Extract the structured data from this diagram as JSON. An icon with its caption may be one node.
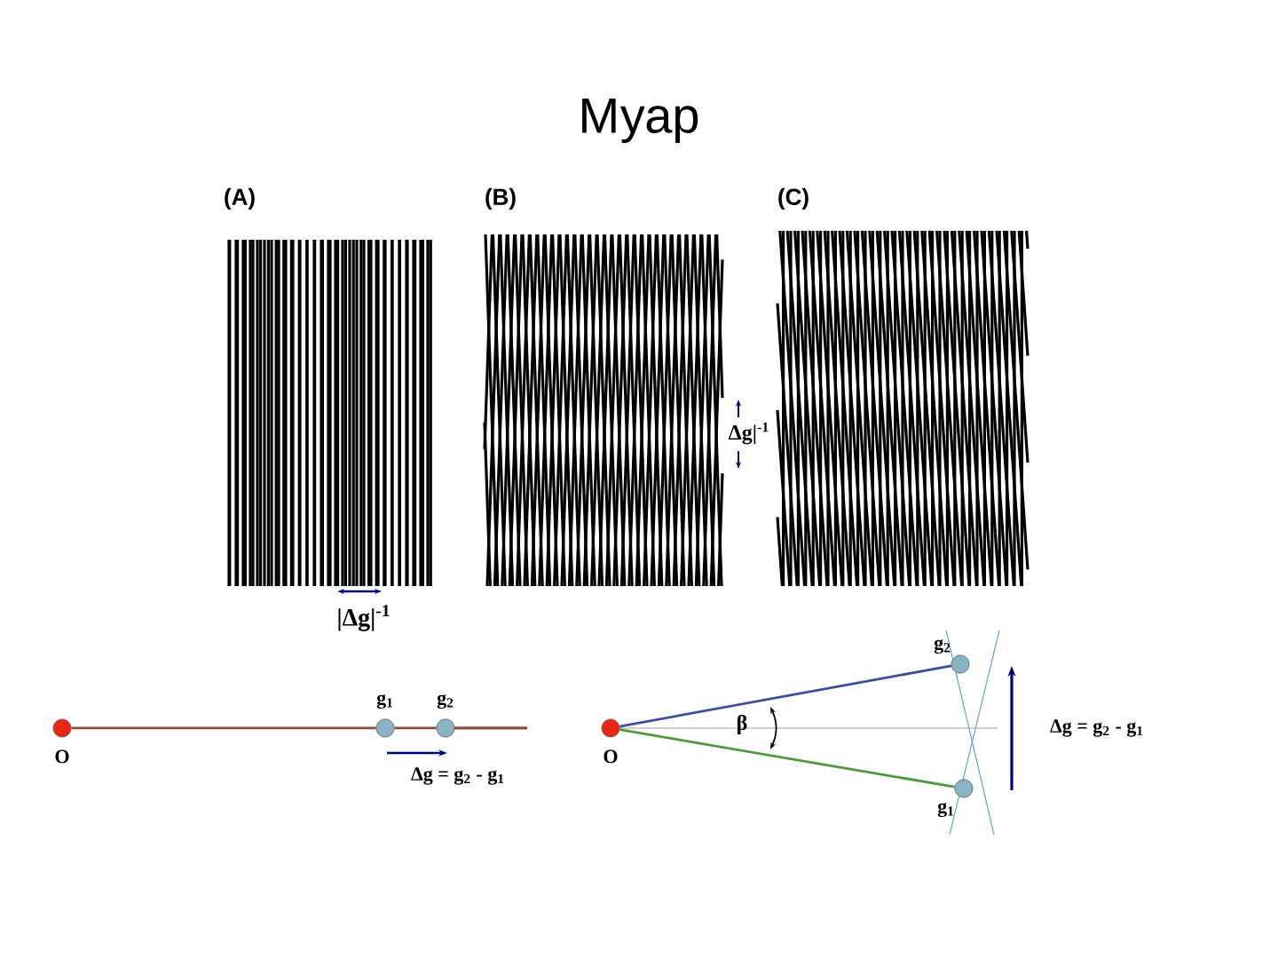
{
  "diagram": {
    "title": "Муар",
    "nodes": [
      {
        "text": [],
        "shape": "circle",
        "beside": [
          "O"
        ]
      },
      {
        "text": [],
        "shape": "circle",
        "beside": [
          "g$_{1}$"
        ]
      },
      {
        "text": [],
        "shape": "circle",
        "beside": [
          "g$_{2}$"
        ]
      },
      {
        "text": [],
        "shape": "circle",
        "beside": [
          "O"
        ]
      },
      {
        "text": [],
        "shape": "circle",
        "beside": [
          "g$_{2}$"
        ]
      },
      {
        "text": [],
        "shape": "circle",
        "beside": [
          "g$_{1}$"
        ]
      }
    ],
    "edges": [
      {
        "from": 0,
        "to": 1,
        "arrow": "none",
        "color": "#8b4a3a"
      },
      {
        "from": 1,
        "to": 2,
        "arrow": "none",
        "color": "#8b4a3a"
      },
      {
        "from": 3,
        "to": 4,
        "arrow": "none",
        "color": "#3a4fa0"
      },
      {
        "from": 3,
        "to": 5,
        "arrow": "none",
        "color": "#4a9a3a"
      }
    ],
    "labels": [
      "(A)",
      "(B)",
      "(C)",
      "**Δg**|$^{-1}$",
      "|**Δg**|$^{-1}$",
      "Δg = g$_{2}$ - g$_{1}$",
      "β",
      "Δg = g$_{2}$ - g$_{1}$"
    ]
  }
}
